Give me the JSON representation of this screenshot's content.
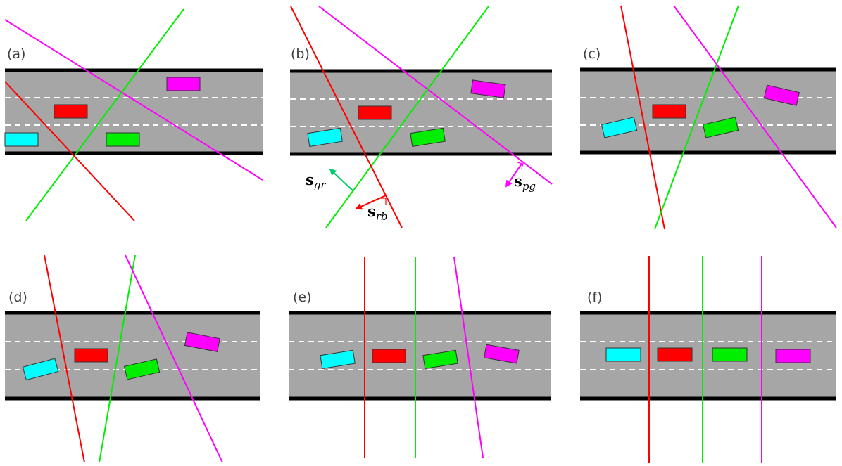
{
  "panels": [
    {
      "label": "(a)"
    },
    {
      "label": "(b)"
    },
    {
      "label": "(c)"
    },
    {
      "label": "(d)"
    },
    {
      "label": "(e)"
    },
    {
      "label": "(f)"
    }
  ],
  "vector_labels": {
    "s_gr": {
      "main": "s",
      "sub": "gr"
    },
    "s_rb": {
      "main": "s",
      "sub": "rb"
    },
    "s_pg": {
      "main": "s",
      "sub": "pg"
    }
  },
  "colors": {
    "road": "#a6a6a6",
    "road_edge": "#000000",
    "lane_marking": "#ffffff",
    "red": "#ff0000",
    "green": "#00ee00",
    "magenta": "#ff00ff",
    "cyan": "#00ffff",
    "s_gr_arrow": "#00cc66",
    "s_rb_arrow": "#ff0000",
    "s_pg_arrow": "#ff00ff"
  }
}
